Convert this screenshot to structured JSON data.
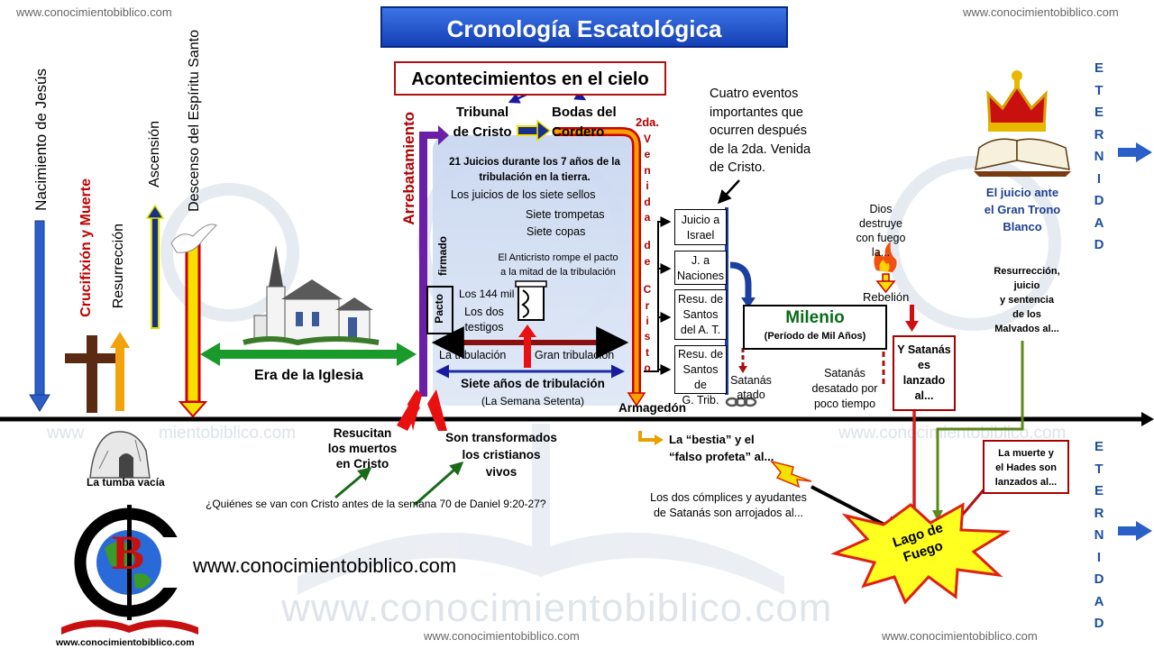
{
  "title": "Cronología Escatológica",
  "watermarks": {
    "top_left": "www.conocimientobiblico.com",
    "top_right": "www.conocimientobiblico.com",
    "bottom_center": "www.conocimientobiblico.com",
    "bottom_right": "www.conocimientobiblico.com",
    "line_left": "www",
    "line_mid": "mientobiblico.com",
    "line_right": "www.conocimientobiblico.com",
    "big": "www.conocimientobiblico.com"
  },
  "vertical_events": {
    "nacimiento": "Nacimiento de Jesús",
    "crucifixion": "Crucifixión y Muerte",
    "resurreccion": "Resurrección",
    "ascension": "Ascensión",
    "descenso": "Descenso del Espíritu Santo",
    "arrebatamiento": "Arrebatamiento"
  },
  "tumba": "La tumba vacía",
  "era_iglesia": "Era de la Iglesia",
  "cielo": {
    "heading": "Acontecimientos en el cielo",
    "tribunal": [
      "Tribunal",
      "de Cristo"
    ],
    "bodas": [
      "Bodas del",
      "Cordero"
    ]
  },
  "segunda_venida": {
    "top": "2da.",
    "letters": [
      "V",
      "e",
      "n",
      "i",
      "d",
      "a",
      "d",
      "e",
      "C",
      "r",
      "i",
      "s",
      "t",
      "o"
    ]
  },
  "tribulacion": {
    "juicios": [
      "21 Juicios durante los 7 años de la",
      "tribulación en la tierra."
    ],
    "sellos": "Los juicios de los siete sellos",
    "trompetas": "Siete trompetas",
    "copas": "Siete copas",
    "anticristo": [
      "El Anticristo rompe el pacto",
      "a la mitad de la tribulación"
    ],
    "pacto": "Pacto",
    "firmado": "firmado",
    "los144": "Los 144 mil",
    "testigos": [
      "Los dos",
      "testigos"
    ],
    "la_tribulacion": "La tribulación",
    "gran_tribulacion": "Gran tribulación",
    "siete_anos": "Siete años de tribulación",
    "semana": "(La Semana Setenta)"
  },
  "armagedon": "Armagedón",
  "cuatro_eventos": [
    "Cuatro eventos",
    "importantes que",
    "ocurren después",
    "de la 2da. Venida",
    "de Cristo."
  ],
  "eventos_boxes": [
    [
      "Juicio a",
      "Israel"
    ],
    [
      "J. a",
      "Naciones"
    ],
    [
      "Resu. de",
      "Santos",
      "del A. T."
    ],
    [
      "Resu. de",
      "Santos de",
      "G. Trib."
    ]
  ],
  "milenio": {
    "title": "Milenio",
    "sub": "(Período de Mil Años)"
  },
  "satanas_atado": [
    "Satanás",
    "atado"
  ],
  "satanas_desatado": [
    "Satanás",
    "desatado por",
    "poco tiempo"
  ],
  "dios_destruye": [
    "Dios",
    "destruye",
    "con fuego",
    "la..."
  ],
  "rebelion": "Rebelión",
  "satanas_lanzado": [
    "Y Satanás",
    "es",
    "lanzado",
    "al..."
  ],
  "juicio_gran_trono": [
    "El juicio ante",
    "el Gran Trono",
    "Blanco"
  ],
  "resurreccion_malvados": [
    "Resurrección,",
    "juicio",
    "y sentencia",
    "de los",
    "Malvados  al..."
  ],
  "muerte_hades": [
    "La muerte y",
    "el Hades son",
    "lanzados al..."
  ],
  "eternidad": [
    "E",
    "T",
    "E",
    "R",
    "N",
    "I",
    "D",
    "A",
    "D"
  ],
  "resucitan": [
    "Resucitan",
    "los muertos",
    "en Cristo"
  ],
  "transformados": [
    "Son transformados",
    "los cristianos",
    "vivos"
  ],
  "pregunta": "¿Quiénes se van con Cristo antes de la semana 70 de Daniel 9:20-27?",
  "bestia": [
    "La “bestia” y el",
    "“falso profeta” al..."
  ],
  "complices": [
    "Los dos cómplices y ayudantes",
    "de Satanás son arrojados al..."
  ],
  "lago": [
    "Lago de",
    "Fuego"
  ],
  "logo": {
    "letter": "B",
    "caption": "www.conocimientobiblico.com"
  },
  "site_url": "www.conocimientobiblico.com",
  "colors": {
    "title_blue": "#1a4cc8",
    "red": "#b00000",
    "purple": "#6a1fa6",
    "green": "#1a9a2a",
    "navy": "#1f3f8f",
    "milenio_green": "#0a6b1a",
    "yellow": "#f5f000"
  }
}
